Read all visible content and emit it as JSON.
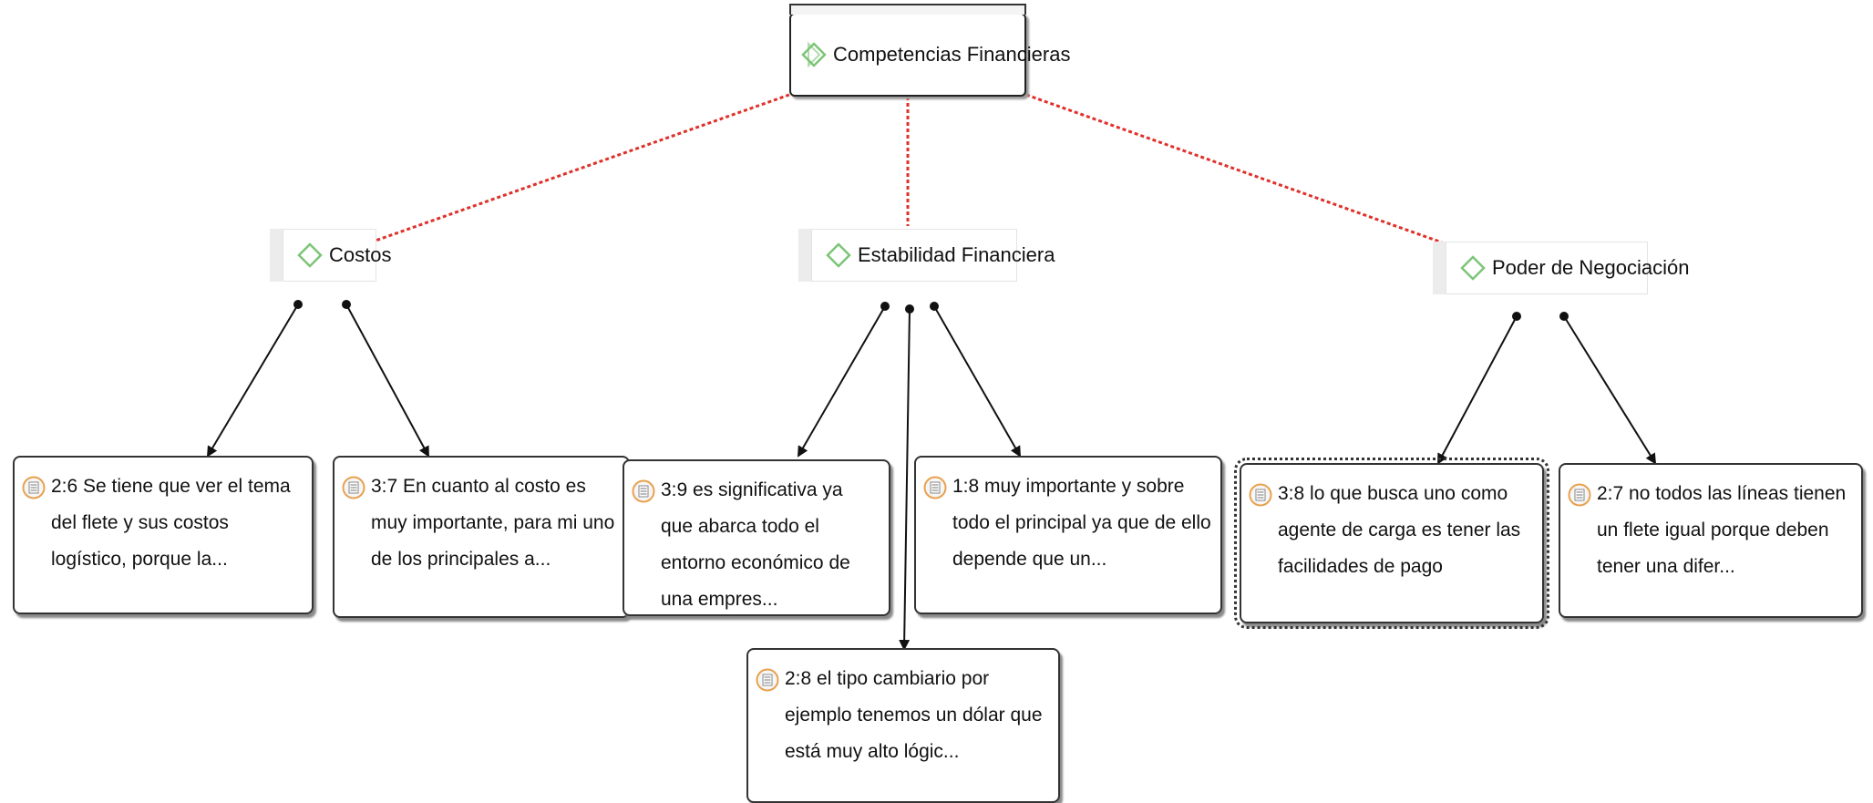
{
  "diagram": {
    "root": {
      "label": "Competencias Financieras",
      "icon": "code-diamond-icon"
    },
    "codes": [
      {
        "id": "costos",
        "label": "Costos",
        "icon": "code-diamond-icon"
      },
      {
        "id": "estabilidad",
        "label": "Estabilidad Financiera",
        "icon": "code-diamond-icon"
      },
      {
        "id": "poder",
        "label": "Poder de Negociación",
        "icon": "code-diamond-icon"
      }
    ],
    "quotes": [
      {
        "id": "q26",
        "text": "2:6 Se tiene que ver el tema del flete y sus costos logístico, porque la...",
        "icon": "document-icon"
      },
      {
        "id": "q37",
        "text": "3:7 En cuanto al costo es muy importante, para mi uno de los principales a...",
        "icon": "document-icon"
      },
      {
        "id": "q39",
        "text": "3:9 es significativa ya que abarca todo el entorno económico de una empres...",
        "icon": "document-icon"
      },
      {
        "id": "q18",
        "text": "1:8 muy importante y sobre todo el principal ya que de ello depende que un...",
        "icon": "document-icon"
      },
      {
        "id": "q28",
        "text": "2:8 el tipo cambiario por ejemplo tenemos un dólar que está muy alto lógic...",
        "icon": "document-icon"
      },
      {
        "id": "q38",
        "text": "3:8 lo que busca uno como agente de carga es tener las facilidades de pago",
        "icon": "document-icon"
      },
      {
        "id": "q27",
        "text": "2:7 no todos las líneas tienen un flete igual porque deben tener una difer...",
        "icon": "document-icon"
      }
    ],
    "colors": {
      "dotted_link": "#e0302a",
      "arrow": "#111111",
      "code_icon": "#7cc576",
      "doc_icon": "#e8a150"
    }
  }
}
